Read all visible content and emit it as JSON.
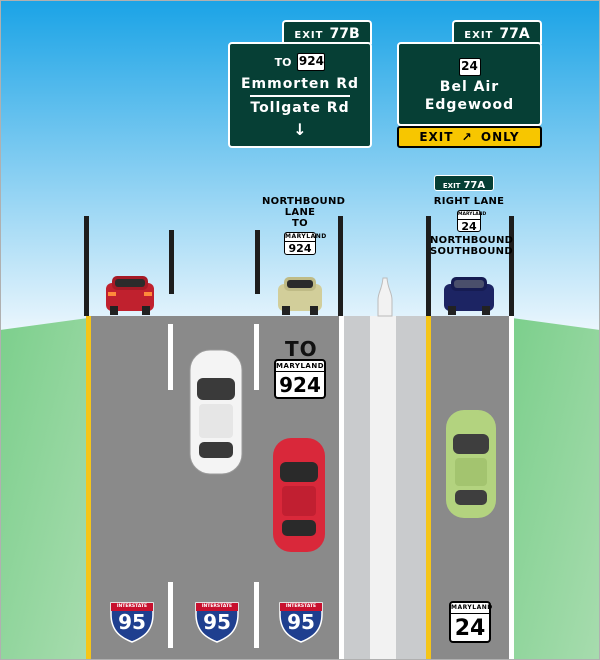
{
  "sign_left": {
    "exit_word": "EXIT",
    "exit_number": "77B",
    "to_word": "TO",
    "route": "924",
    "line1": "Emmorten Rd",
    "line2": "Tollgate Rd",
    "arrow": "↓"
  },
  "sign_right": {
    "exit_word": "EXIT",
    "exit_number": "77A",
    "route": "24",
    "line1": "Bel Air",
    "line2": "Edgewood",
    "plaque_left": "EXIT",
    "plaque_arrow": "↗",
    "plaque_right": "ONLY"
  },
  "lane_label_mid": {
    "line1": "NORTHBOUND",
    "line2": "LANE",
    "line3": "TO",
    "shield_word": "MARYLAND",
    "route": "924"
  },
  "lane_label_right": {
    "exit_word": "EXIT",
    "exit_number": "77A",
    "line1": "RIGHT LANE",
    "shield_word": "MARYLAND",
    "route": "24",
    "line2": "NORTHBOUND",
    "line3": "SOUTHBOUND"
  },
  "pavement": {
    "to_word": "TO",
    "md_shield_word": "MARYLAND",
    "md_route": "924",
    "interstate_word": "INTERSTATE",
    "interstate_number": "95",
    "right_shield_word": "MARYLAND",
    "right_route": "24"
  },
  "colors": {
    "sign_green": "#063f35",
    "sky_top": "#1aa3e6",
    "grass": "#8fd19a",
    "pavement": "#8a8a8a",
    "edge_yellow": "#f5c518",
    "plaque_yellow": "#f7c600",
    "interstate_blue": "#1f3f8f",
    "interstate_red": "#c8102e"
  },
  "icons": [
    "down-arrow-icon",
    "up-right-arrow-icon",
    "interstate-shield-icon",
    "maryland-route-shield-icon"
  ]
}
